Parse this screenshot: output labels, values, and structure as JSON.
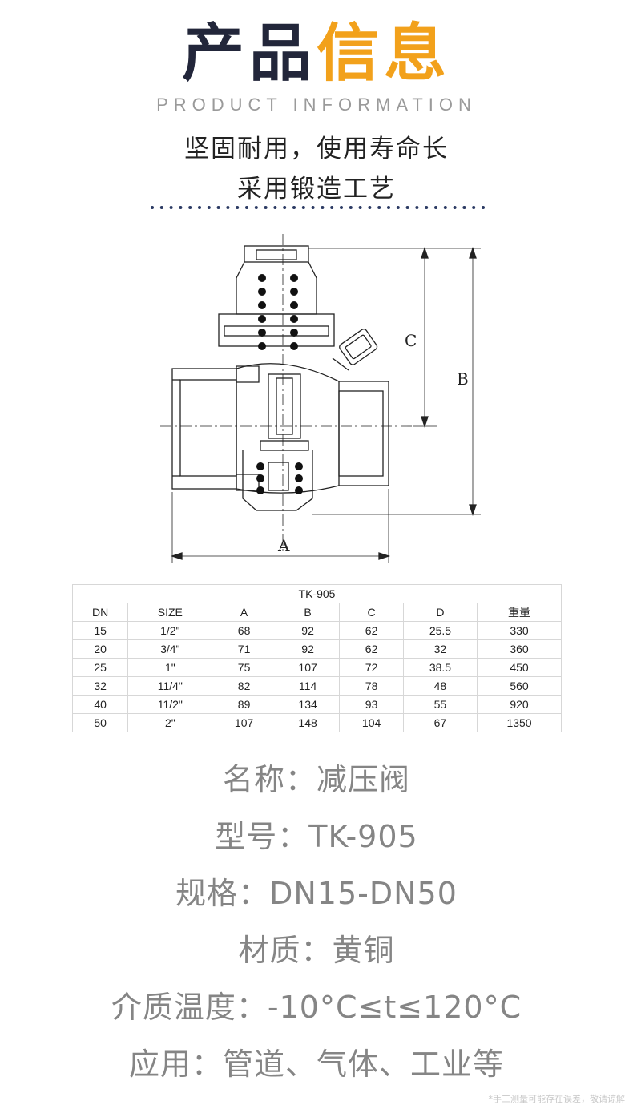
{
  "header": {
    "title_part1": "产品",
    "title_part2": "信息",
    "subtitle": "PRODUCT INFORMATION",
    "tagline1": "坚固耐用，使用寿命长",
    "tagline2": "采用锻造工艺"
  },
  "drawing": {
    "label_a": "A",
    "label_b": "B",
    "label_c": "C"
  },
  "table": {
    "caption": "TK-905",
    "headers": [
      "DN",
      "SIZE",
      "A",
      "B",
      "C",
      "D",
      "重量"
    ],
    "rows": [
      [
        "15",
        "1/2\"",
        "68",
        "92",
        "62",
        "25.5",
        "330"
      ],
      [
        "20",
        "3/4\"",
        "71",
        "92",
        "62",
        "32",
        "360"
      ],
      [
        "25",
        "1\"",
        "75",
        "107",
        "72",
        "38.5",
        "450"
      ],
      [
        "32",
        "11/4\"",
        "82",
        "114",
        "78",
        "48",
        "560"
      ],
      [
        "40",
        "11/2\"",
        "89",
        "134",
        "93",
        "55",
        "920"
      ],
      [
        "50",
        "2\"",
        "107",
        "148",
        "104",
        "67",
        "1350"
      ]
    ]
  },
  "info": [
    "名称：减压阀",
    "型号：TK-905",
    "规格：DN15-DN50",
    "材质：黄铜",
    "介质温度：-10°C≤t≤120°C",
    "应用：管道、气体、工业等"
  ],
  "footnote": "*手工测量可能存在误差，敬请谅解",
  "colors": {
    "title_dark": "#22263a",
    "title_accent": "#f2a11b",
    "dots": "#2b3a63"
  }
}
